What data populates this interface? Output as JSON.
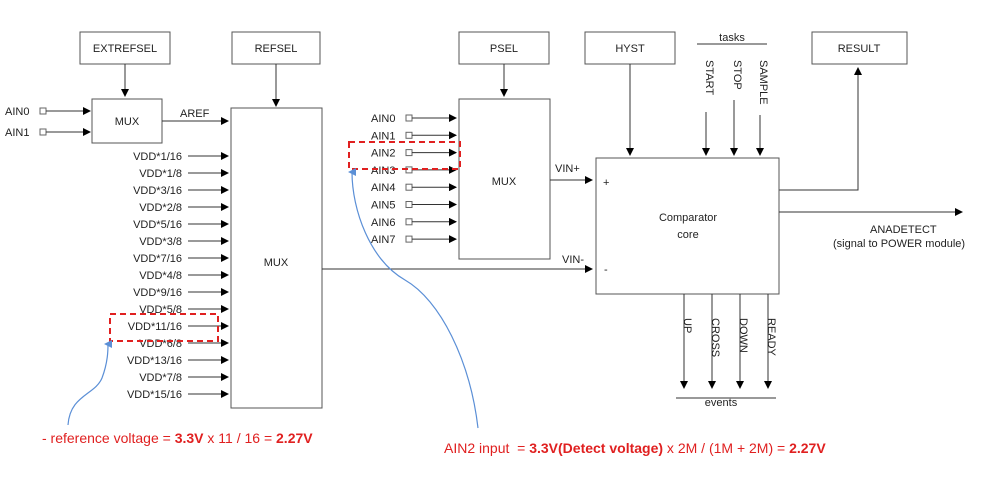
{
  "boxes": {
    "extrefsel": "EXTREFSEL",
    "refsel": "REFSEL",
    "psel": "PSEL",
    "hyst": "HYST",
    "result": "RESULT",
    "mux_small": "MUX",
    "mux_big": "MUX",
    "mux_psel": "MUX",
    "comparator_line1": "Comparator",
    "comparator_line2": "core"
  },
  "ext_inputs": [
    "AIN0",
    "AIN1"
  ],
  "aref_label": "AREF",
  "vdd_inputs": [
    "VDD*1/16",
    "VDD*1/8",
    "VDD*3/16",
    "VDD*2/8",
    "VDD*5/16",
    "VDD*3/8",
    "VDD*7/16",
    "VDD*4/8",
    "VDD*9/16",
    "VDD*5/8",
    "VDD*11/16",
    "VDD*6/8",
    "VDD*13/16",
    "VDD*7/8",
    "VDD*15/16"
  ],
  "psel_inputs": [
    "AIN0",
    "AIN1",
    "AIN2",
    "AIN3",
    "AIN4",
    "AIN5",
    "AIN6",
    "AIN7"
  ],
  "vin_plus": "VIN+",
  "vin_minus": "VIN-",
  "plus_sign": "+",
  "minus_sign": "-",
  "tasks_label": "tasks",
  "tasks": [
    "START",
    "STOP",
    "SAMPLE"
  ],
  "events_label": "events",
  "events": [
    "UP",
    "CROSS",
    "DOWN",
    "READY"
  ],
  "anadetect": "ANADETECT",
  "anadetect_note": "(signal to POWER module)",
  "annotation_left": {
    "prefix": "- reference voltage = ",
    "bold1": "3.3V",
    "middle": " x 11 / 16 = ",
    "bold2": "2.27V"
  },
  "annotation_right": {
    "prefix": "AIN2 input  = ",
    "bold1": "3.3V(Detect voltage)",
    "middle": " x 2M / (1M + 2M) = ",
    "bold2": "2.27V"
  },
  "colors": {
    "highlight": "#e02020",
    "callout": "#5b8fd6"
  }
}
